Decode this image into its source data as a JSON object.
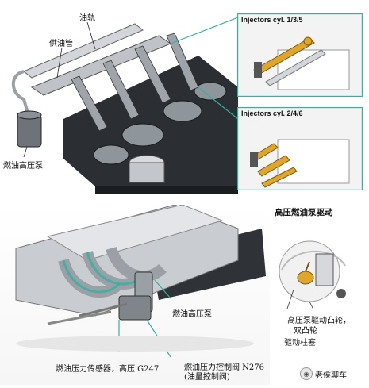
{
  "top_figure": {
    "label_fuel_rail": "油轨",
    "label_supply_pipe": "供油管",
    "label_hp_pump": "燃油高压泵",
    "inset_a_title": "Injectors cyl. 1/3/5",
    "inset_b_title": "Injectors cyl. 2/4/6"
  },
  "bottom_figure": {
    "label_hp_pump": "燃油高压泵",
    "label_pressure_sensor": "燃油压力传感器，高压 G247",
    "label_control_valve_line1": "燃油压力控制阀 N276",
    "label_control_valve_line2": "(油量控制阀)"
  },
  "side_detail": {
    "heading": "高压燃油泵驱动",
    "label_cam_line1": "高压泵驱动凸轮，",
    "label_cam_line2": "双凸轮",
    "label_plunger": "驱动柱塞"
  },
  "watermark": {
    "text": "老侯聊车",
    "icon": "wechat-icon"
  },
  "colors": {
    "accent_teal": "#2fb3a0",
    "engine_dark": "#2b2f33",
    "metal_light": "#c9ccd0",
    "injector_gold": "#e0a62a"
  }
}
